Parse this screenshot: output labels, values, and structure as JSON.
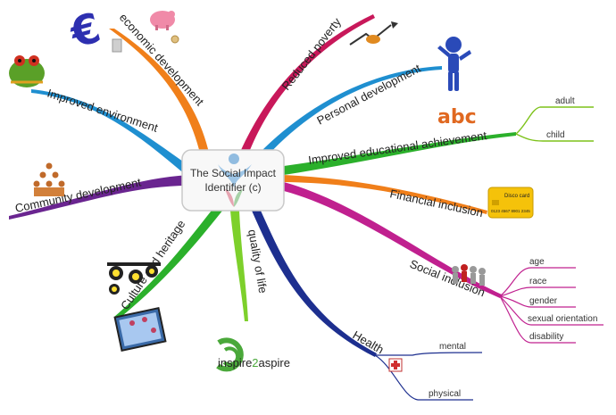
{
  "central": {
    "line1": "The Social Impact",
    "line2": "Identifier (c)"
  },
  "branches": {
    "economic": "economic development",
    "environment": "Improved environment",
    "community": "Community development",
    "culture": "Culture and heritage",
    "quality": "quality of life",
    "health": "Health",
    "poverty": "Reduced poverty",
    "personal": "Personal development",
    "education": "Improved educational achievement",
    "financial": "Financial inclusion",
    "social": "Social inclusion"
  },
  "sub_branches": {
    "education": [
      "adult",
      "child"
    ],
    "social": [
      "age",
      "race",
      "gender",
      "sexual orientation",
      "disability"
    ],
    "health": [
      "mental",
      "physical"
    ]
  },
  "card": {
    "title": "Disco card",
    "number": "0123 4567 8901 2345"
  },
  "logo": {
    "text_a": "inspire",
    "text_b": "2",
    "text_c": "aspire"
  },
  "abc_icon": "abc",
  "colors": {
    "economic": "#f07f1a",
    "environment": "#1f8fd0",
    "community": "#6a2590",
    "culture": "#2bb02b",
    "quality": "#7dd02b",
    "health": "#1d2f8f",
    "poverty": "#c8185a",
    "personal": "#1f8fd0",
    "education": "#2bb02b",
    "financial": "#f07f1a",
    "social": "#c0208f",
    "edu_sub": "#7dc21a"
  }
}
